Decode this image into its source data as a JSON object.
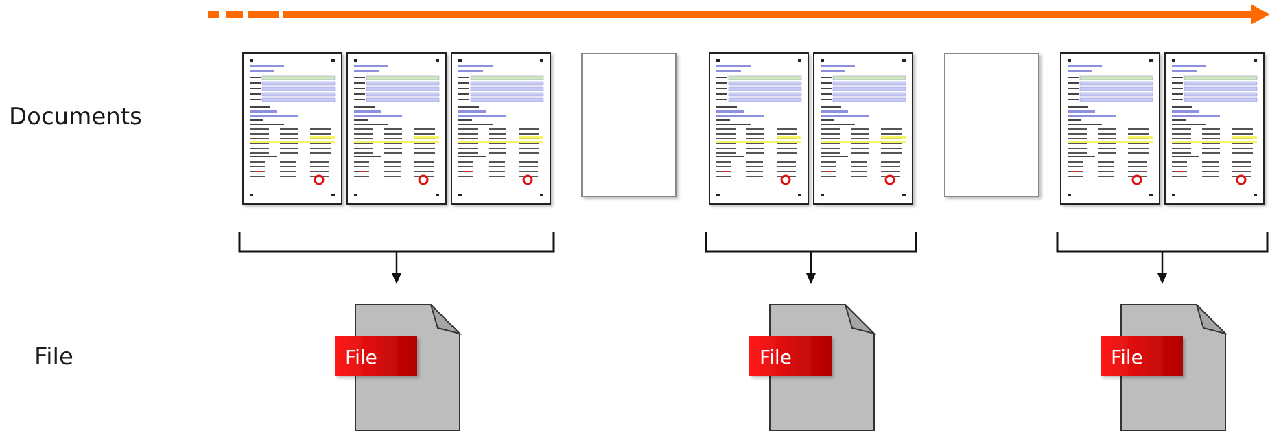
{
  "labels": {
    "documents": "Documents",
    "file": "File"
  },
  "file_badge_label": "File",
  "colors": {
    "timeline": "#ff6a00",
    "badge_dark": "#b00000",
    "badge_light": "#ff1a1a",
    "file_body": "#bdbdbd",
    "page_border": "#222222",
    "blank_border": "#888888",
    "text_placeholder": "#6f74d6",
    "highlight": "#f2f24a",
    "bracket": "#111111"
  },
  "groups": [
    {
      "name": "group-1",
      "page_count": 3,
      "blank_page_after": true
    },
    {
      "name": "group-2",
      "page_count": 2,
      "blank_page_after": true
    },
    {
      "name": "group-3",
      "page_count": 2,
      "blank_page_after": false
    }
  ]
}
